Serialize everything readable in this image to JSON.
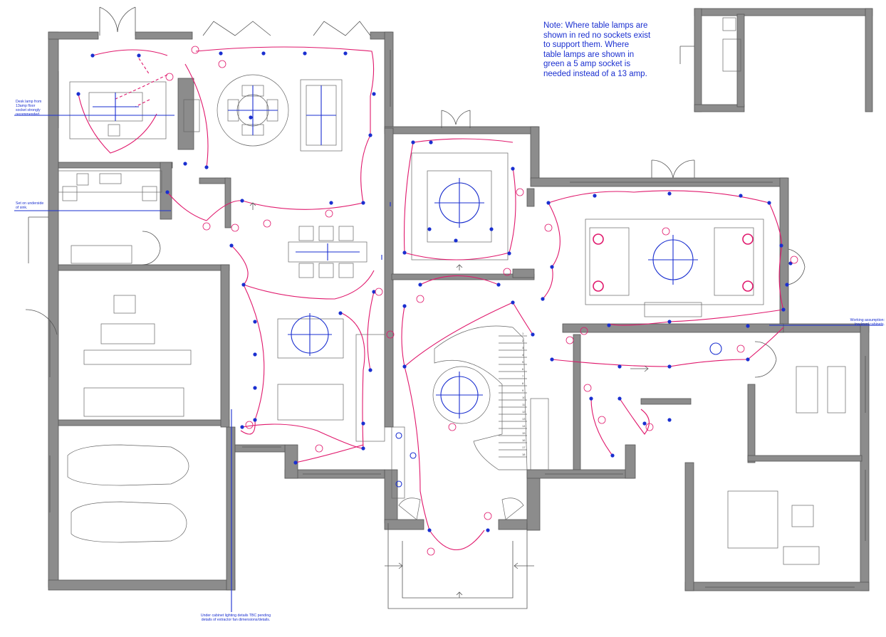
{
  "note": {
    "lines": [
      "Note: Where table lamps are",
      "shown in red no sockets exist",
      "to support them. Where",
      "table lamps are shown in",
      "green a 5 amp socket is",
      "needed instead of a 13 amp."
    ]
  },
  "annotations": {
    "desk_lamp": [
      "Desk lamp from",
      "13amp floor",
      "socket strongly",
      "recommended."
    ],
    "sink": [
      "Set on underside",
      "of sink."
    ],
    "working": [
      "Working assumption:",
      "low level cabinets."
    ],
    "under_cabinet": [
      "Under cabinet lighting details TBC pending",
      "details of extractor fan dimensions/details."
    ]
  },
  "stairs": {
    "step_numbers": [
      "1",
      "2",
      "3",
      "4",
      "5",
      "6",
      "7",
      "8",
      "9",
      "10",
      "11",
      "12",
      "13",
      "14",
      "15",
      "16",
      "17",
      "18"
    ]
  },
  "colors": {
    "wall": "#8c8c8c",
    "wiring": "#e0186c",
    "fixtures": "#1a2fd0",
    "furniture": "#666666"
  }
}
